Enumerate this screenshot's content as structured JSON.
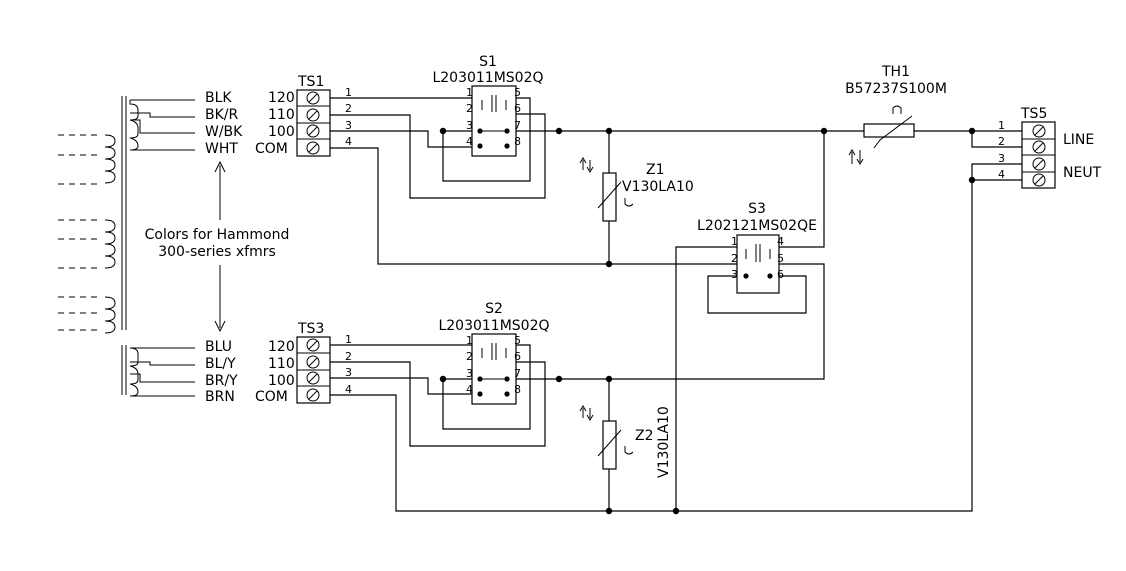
{
  "transformer_top": {
    "wires": [
      "BLK",
      "BK/R",
      "W/BK",
      "WHT"
    ],
    "taps": [
      "120",
      "110",
      "100",
      "COM"
    ]
  },
  "transformer_bottom": {
    "wires": [
      "BLU",
      "BL/Y",
      "BR/Y",
      "BRN"
    ],
    "taps": [
      "120",
      "110",
      "100",
      "COM"
    ]
  },
  "note": {
    "line1": "Colors for Hammond",
    "line2": "300-series xfmrs"
  },
  "ts1": {
    "name": "TS1",
    "pins": [
      "1",
      "2",
      "3",
      "4"
    ]
  },
  "ts3": {
    "name": "TS3",
    "pins": [
      "1",
      "2",
      "3",
      "4"
    ]
  },
  "ts5": {
    "name": "TS5",
    "pins": [
      "1",
      "2",
      "3",
      "4"
    ],
    "line_label": "LINE",
    "neut_label": "NEUT"
  },
  "s1": {
    "name": "S1",
    "part": "L203011MS02Q",
    "pins_left": [
      "1",
      "2",
      "3",
      "4"
    ],
    "pins_right": [
      "5",
      "6",
      "7",
      "8"
    ]
  },
  "s2": {
    "name": "S2",
    "part": "L203011MS02Q",
    "pins_left": [
      "1",
      "2",
      "3",
      "4"
    ],
    "pins_right": [
      "5",
      "6",
      "7",
      "8"
    ]
  },
  "s3": {
    "name": "S3",
    "part": "L202121MS02QE",
    "pins_left": [
      "1",
      "2",
      "3"
    ],
    "pins_right": [
      "4",
      "5",
      "6"
    ]
  },
  "th1": {
    "name": "TH1",
    "part": "B57237S100M"
  },
  "z1": {
    "name": "Z1",
    "part": "V130LA10"
  },
  "z2": {
    "name": "Z2",
    "part": "V130LA10"
  }
}
